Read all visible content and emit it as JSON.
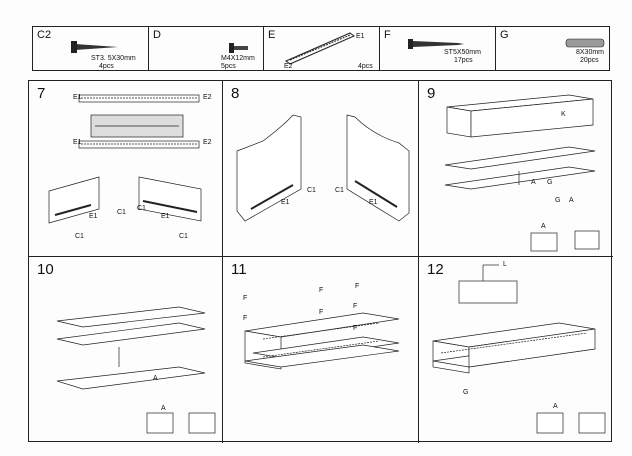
{
  "parts": [
    {
      "code": "C2",
      "spec": "ST3. 5X30mm",
      "qty": "4pcs",
      "icon": "screw-icon"
    },
    {
      "code": "D",
      "spec": "M4X12mm",
      "qty": "5pcs",
      "icon": "bolt-icon"
    },
    {
      "code": "E",
      "spec": "E1",
      "spec2": "E2",
      "qty": "4pcs",
      "icon": "drawer-slide-icon"
    },
    {
      "code": "F",
      "spec": "ST5X50mm",
      "qty": "17pcs",
      "icon": "long-screw-icon"
    },
    {
      "code": "G",
      "spec": "8X30mm",
      "qty": "20pcs",
      "icon": "dowel-icon"
    }
  ],
  "steps": [
    {
      "num": "7",
      "labels": [
        "E1",
        "E2",
        "E1",
        "E2",
        "C1",
        "C1",
        "E1",
        "E1",
        "C1",
        "C1"
      ]
    },
    {
      "num": "8",
      "labels": [
        "E1",
        "C1",
        "C1",
        "E1"
      ]
    },
    {
      "num": "9",
      "labels": [
        "K",
        "G",
        "A",
        "G",
        "A",
        "A"
      ]
    },
    {
      "num": "10",
      "labels": [
        "A",
        "A"
      ]
    },
    {
      "num": "11",
      "labels": [
        "F",
        "F",
        "F",
        "F",
        "F",
        "F",
        "F"
      ]
    },
    {
      "num": "12",
      "labels": [
        "L",
        "G",
        "A"
      ]
    }
  ]
}
